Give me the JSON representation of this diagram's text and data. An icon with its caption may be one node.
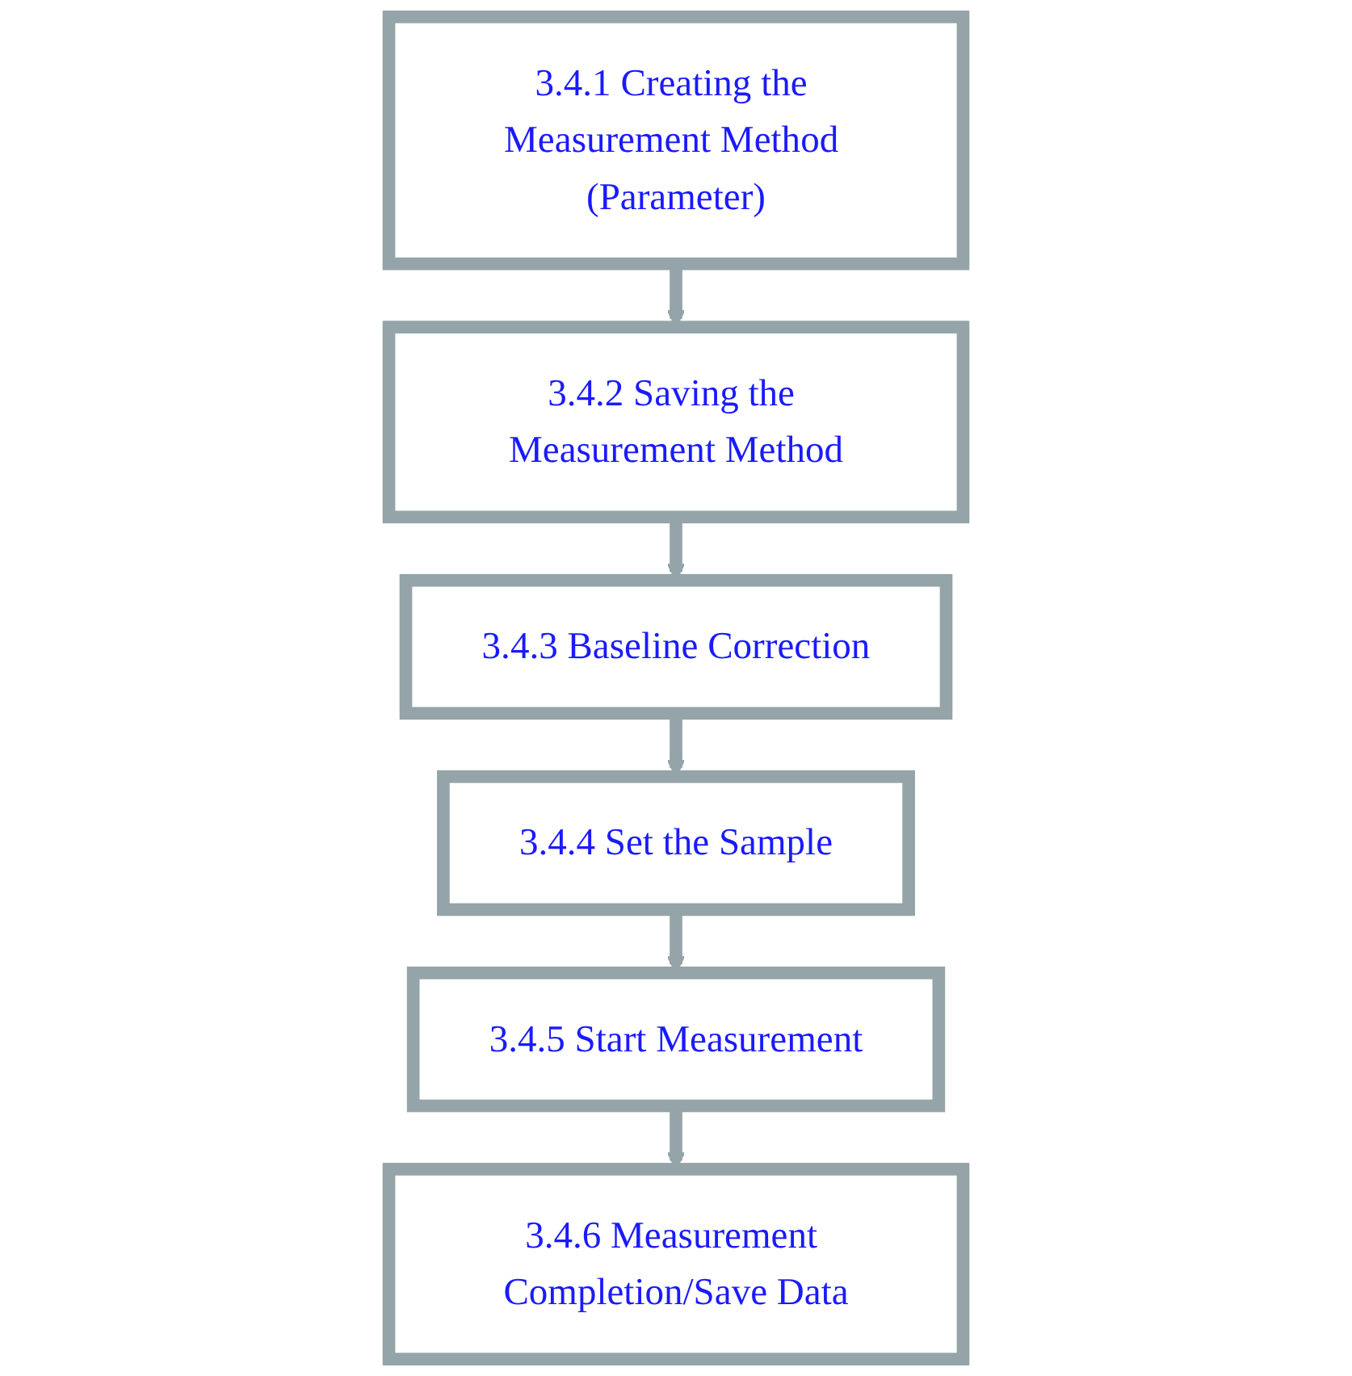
{
  "diagram": {
    "nodes": [
      {
        "text": [
          "3.4.1 Creating the Measurement Method (Parameter)"
        ]
      },
      {
        "text": [
          "3.4.2 Saving the Measurement Method"
        ]
      },
      {
        "text": [
          "3.4.3 Baseline Correction"
        ]
      },
      {
        "text": [
          "3.4.4 Set the Sample"
        ]
      },
      {
        "text": [
          "3.4.5 Start Measurement"
        ]
      },
      {
        "text": [
          "3.4.6 Measurement Completion/Save Data"
        ]
      }
    ],
    "edges": [
      {
        "from": 0,
        "to": 1,
        "arrow": "to"
      },
      {
        "from": 1,
        "to": 2,
        "arrow": "to"
      },
      {
        "from": 2,
        "to": 3,
        "arrow": "to"
      },
      {
        "from": 3,
        "to": 4,
        "arrow": "to"
      },
      {
        "from": 4,
        "to": 5,
        "arrow": "to"
      }
    ]
  }
}
